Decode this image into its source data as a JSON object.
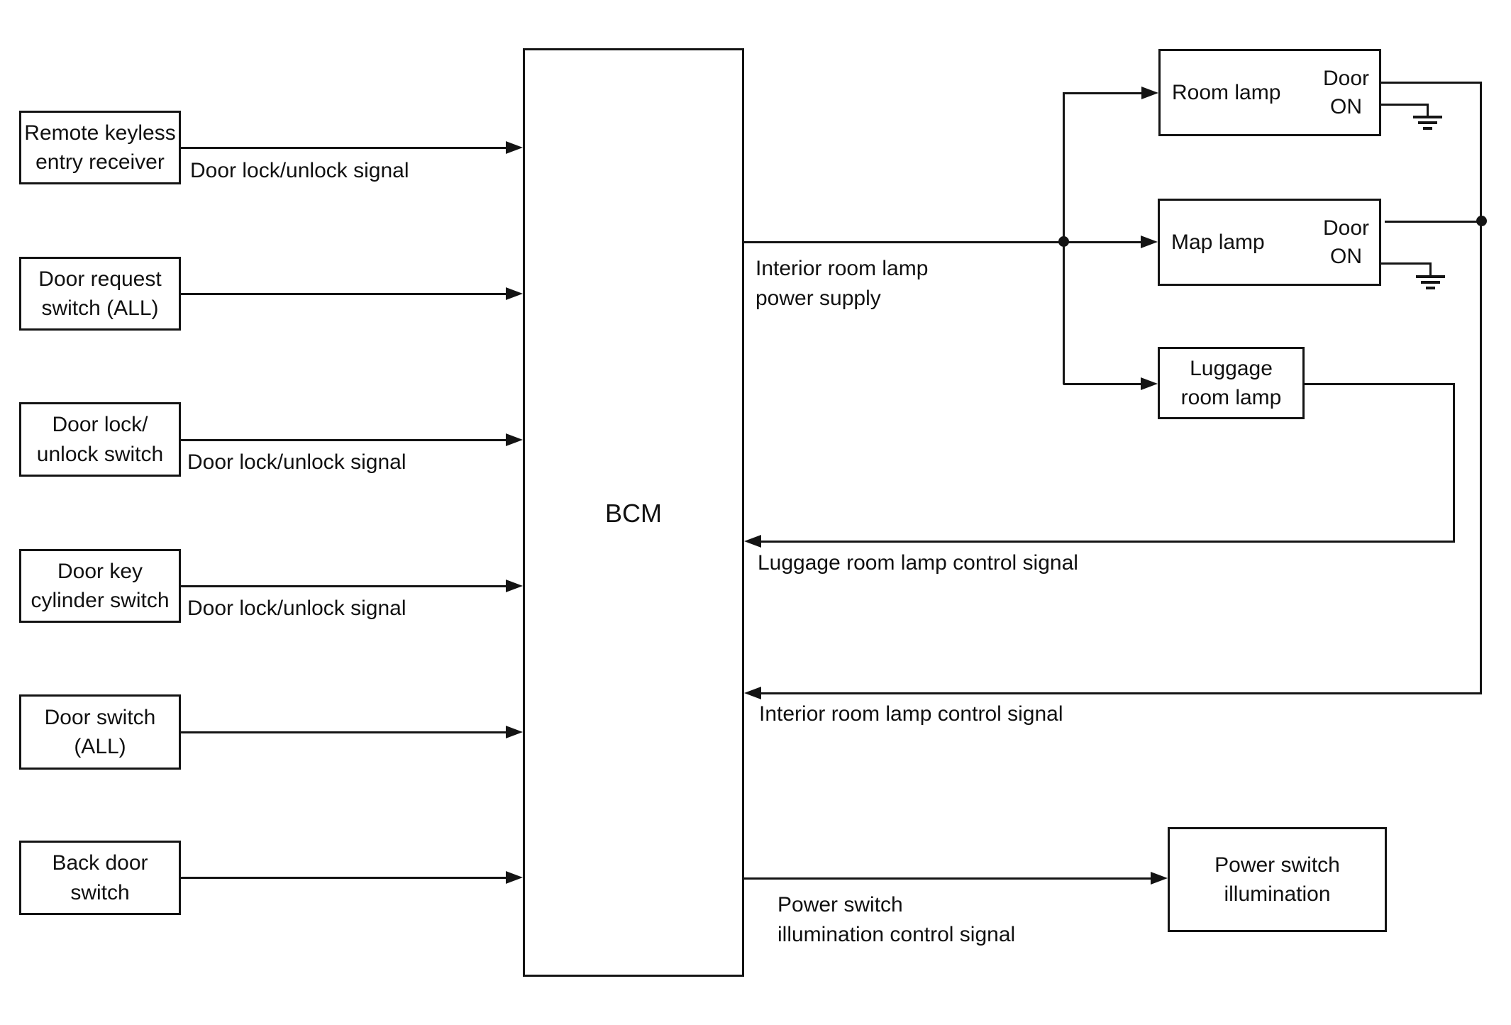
{
  "diagram": {
    "title_hint": "BCM interior lamp control block diagram",
    "colors": {
      "line": "#141414",
      "background": "#ffffff"
    },
    "bcm": {
      "label": "BCM"
    },
    "inputs": [
      {
        "label": "Remote keyless\nentry receiver",
        "signal": "Door lock/unlock signal"
      },
      {
        "label": "Door request\nswitch (ALL)",
        "signal": ""
      },
      {
        "label": "Door lock/\nunlock switch",
        "signal": "Door lock/unlock signal"
      },
      {
        "label": "Door key\ncylinder switch",
        "signal": "Door lock/unlock signal"
      },
      {
        "label": "Door switch\n(ALL)",
        "signal": ""
      },
      {
        "label": "Back door\nswitch",
        "signal": ""
      }
    ],
    "outputs": {
      "interior_power_label": "Interior room lamp\npower supply",
      "luggage_control_label": "Luggage room lamp control signal",
      "interior_control_label": "Interior room lamp control signal",
      "power_switch_control_label": "Power switch\nillumination control signal"
    },
    "lamps": {
      "room": {
        "name": "Room lamp",
        "switch_state": "Door\nON"
      },
      "map": {
        "name": "Map lamp",
        "switch_state": "Door\nON"
      },
      "luggage": {
        "name": "Luggage\nroom lamp"
      },
      "power_switch": {
        "name": "Power switch\nillumination"
      }
    }
  }
}
